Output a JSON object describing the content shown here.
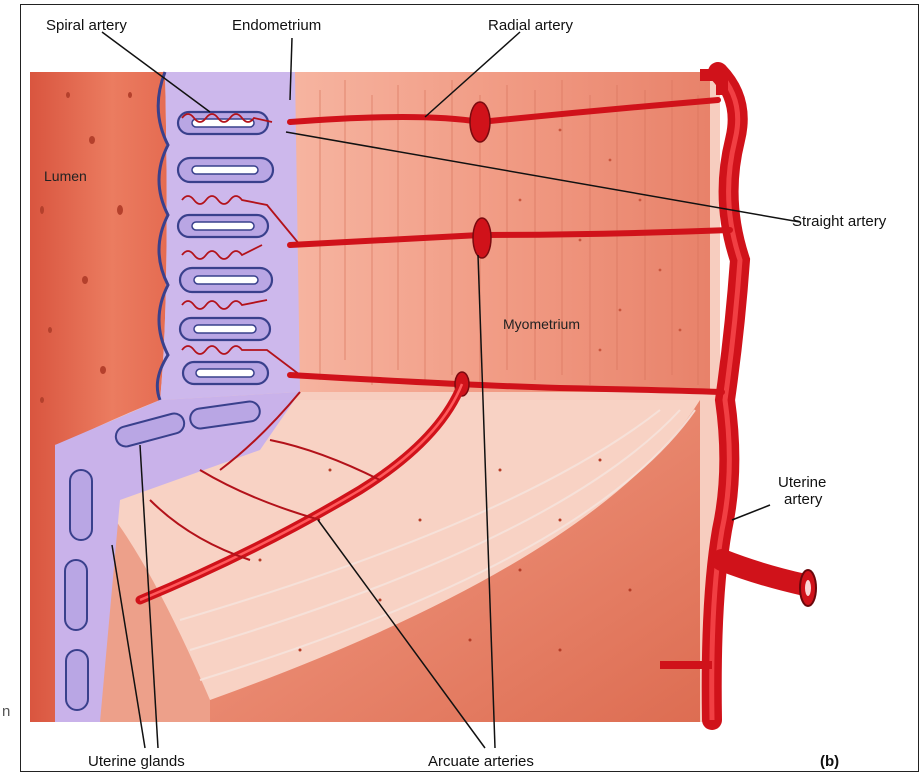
{
  "labels": {
    "spiral_artery": "Spiral artery",
    "endometrium": "Endometrium",
    "radial_artery": "Radial artery",
    "lumen": "Lumen",
    "straight_artery": "Straight artery",
    "myometrium": "Myometrium",
    "uterine_artery_line1": "Uterine",
    "uterine_artery_line2": "artery",
    "uterine_glands": "Uterine glands",
    "arcuate_arteries": "Arcuate arteries",
    "panel": "(b)",
    "edge_fragment": "n"
  },
  "colors": {
    "lumen": "#e8735a",
    "endometrium": "#c8b4e8",
    "gland_outline": "#3a3f8a",
    "myometrium": "#f29a84",
    "artery": "#e0141c",
    "artery_dark": "#8a0a10",
    "leader": "#111111"
  }
}
